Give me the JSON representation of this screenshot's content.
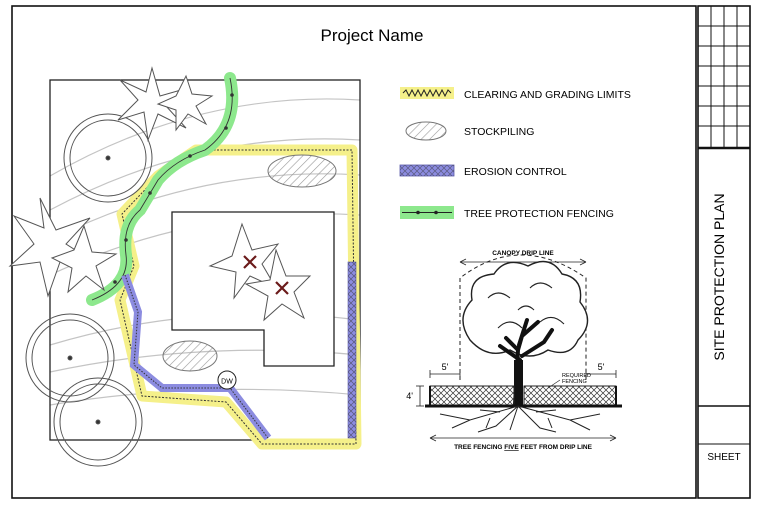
{
  "title": "Project Name",
  "title_block": {
    "plan_title": "SITE PROTECTION PLAN",
    "sheet_label": "SHEET"
  },
  "legend": [
    {
      "label": "CLEARING AND GRADING LIMITS",
      "symbol": "clearing-zigzag-line",
      "color": "#f5f08a"
    },
    {
      "label": "STOCKPILING",
      "symbol": "hatched-ellipse",
      "color": "#cccccc"
    },
    {
      "label": "EROSION CONTROL",
      "symbol": "crosshatch-bar",
      "color": "#8c8ce0"
    },
    {
      "label": "TREE PROTECTION FENCING",
      "symbol": "fence-line",
      "color": "#8de88d"
    }
  ],
  "site": {
    "dw_label": "DW"
  },
  "detail": {
    "canopy_label": "CANOPY DRIP LINE",
    "offset_left": "5'",
    "offset_right": "5'",
    "height_label": "4'",
    "fencing_label_line1": "REQUIRED",
    "fencing_label_line2": "FENCING",
    "caption_before": "TREE FENCING ",
    "caption_emphasis": "FIVE",
    "caption_after": " FEET FROM DRIP LINE"
  },
  "colors": {
    "highlight_yellow": "#f5f08a",
    "highlight_green": "#8de88d",
    "erosion_blue": "#8c8ce0",
    "line_dark": "#222222",
    "contour_gray": "#c4c4c4"
  }
}
